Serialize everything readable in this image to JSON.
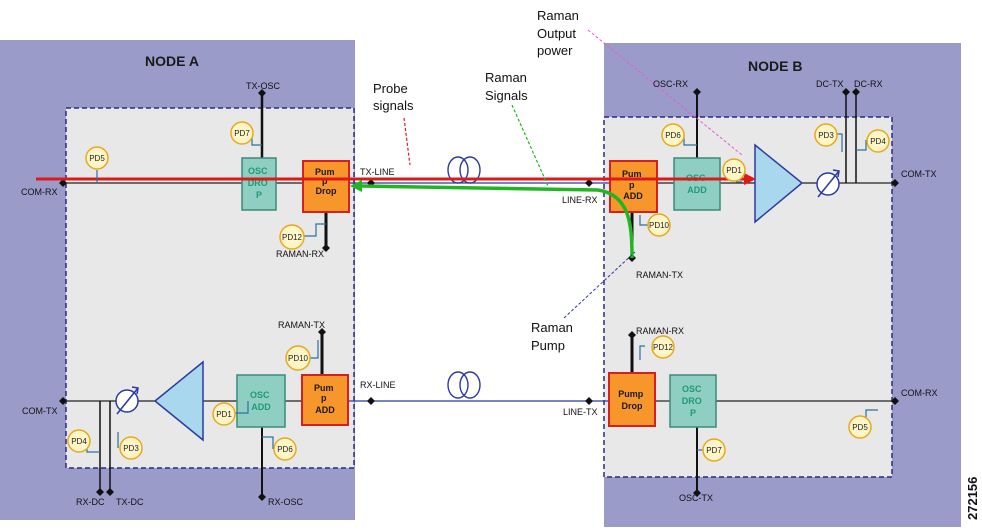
{
  "figure_id": "272156",
  "colors": {
    "node_bg": "#9b9bca",
    "inner_bg": "#e8e8e8",
    "dashed_border": "#2a2a86",
    "osc_box": "#8fcfc3",
    "osc_text": "#1f9a74",
    "pump_box": "#f7962b",
    "pump_border": "#d42020",
    "probe_line": "#e01818",
    "raman_line": "#22b522",
    "fiber": "#2b3aa0",
    "amp": "#a9d8ee",
    "pd_fill": "#fff6c8",
    "pd_border": "#e9a81c"
  },
  "nodes": {
    "a": {
      "title": "NODE A"
    },
    "b": {
      "title": "NODE B"
    }
  },
  "annotations": {
    "probe_line1": "Probe",
    "probe_line2": "signals",
    "raman_signals_line1": "Raman",
    "raman_signals_line2": "Signals",
    "raman_output_line1": "Raman",
    "raman_output_line2": "Output",
    "raman_output_line3": "power",
    "raman_pump_line1": "Raman",
    "raman_pump_line2": "Pump"
  },
  "node_a": {
    "ports": {
      "tx_osc": "TX-OSC",
      "com_rx": "COM-RX",
      "tx_line": "TX-LINE",
      "raman_rx": "RAMAN-RX",
      "raman_tx": "RAMAN-TX",
      "rx_line": "RX-LINE",
      "com_tx": "COM-TX",
      "rx_dc": "RX-DC",
      "tx_dc": "TX-DC",
      "rx_osc": "RX-OSC"
    },
    "boxes": {
      "osc_drop": [
        "OSC",
        "DRO",
        "P"
      ],
      "pump_drop": [
        "Pum",
        "p",
        "Drop"
      ],
      "osc_add": [
        "OSC",
        "ADD"
      ],
      "pump_add": [
        "Pum",
        "p",
        "ADD"
      ]
    },
    "pds": {
      "pd5": "PD5",
      "pd7": "PD7",
      "pd12": "PD12",
      "pd10": "PD10",
      "pd1": "PD1",
      "pd4": "PD4",
      "pd3": "PD3",
      "pd6": "PD6"
    }
  },
  "node_b": {
    "ports": {
      "osc_rx": "OSC-RX",
      "dc_tx": "DC-TX",
      "dc_rx": "DC-RX",
      "com_tx": "COM-TX",
      "line_rx": "LINE-RX",
      "raman_tx": "RAMAN-TX",
      "raman_rx": "RAMAN-RX",
      "com_rx": "COM-RX",
      "line_tx": "LINE-TX",
      "osc_tx": "OSC-TX"
    },
    "boxes": {
      "pump_add": [
        "Pum",
        "p",
        "ADD"
      ],
      "osc_add": [
        "OSC",
        "ADD"
      ],
      "pump_drop": [
        "Pump",
        "Drop"
      ],
      "osc_drop": [
        "OSC",
        "DRO",
        "P"
      ]
    },
    "pds": {
      "pd6": "PD6",
      "pd1": "PD1",
      "pd3": "PD3",
      "pd4": "PD4",
      "pd10": "PD10",
      "pd12": "PD12",
      "pd5": "PD5",
      "pd7": "PD7"
    }
  }
}
